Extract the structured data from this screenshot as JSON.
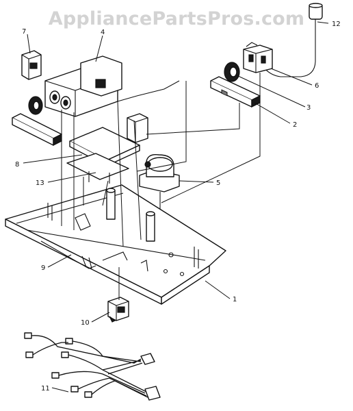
{
  "watermark": "AppliancePartsPros.com",
  "callouts": {
    "c1": "1",
    "c2": "2",
    "c3": "3",
    "c4": "4",
    "c5": "5",
    "c6": "6",
    "c7": "7",
    "c8": "8",
    "c9": "9",
    "c10": "10",
    "c11": "11",
    "c12": "12",
    "c13": "13"
  }
}
